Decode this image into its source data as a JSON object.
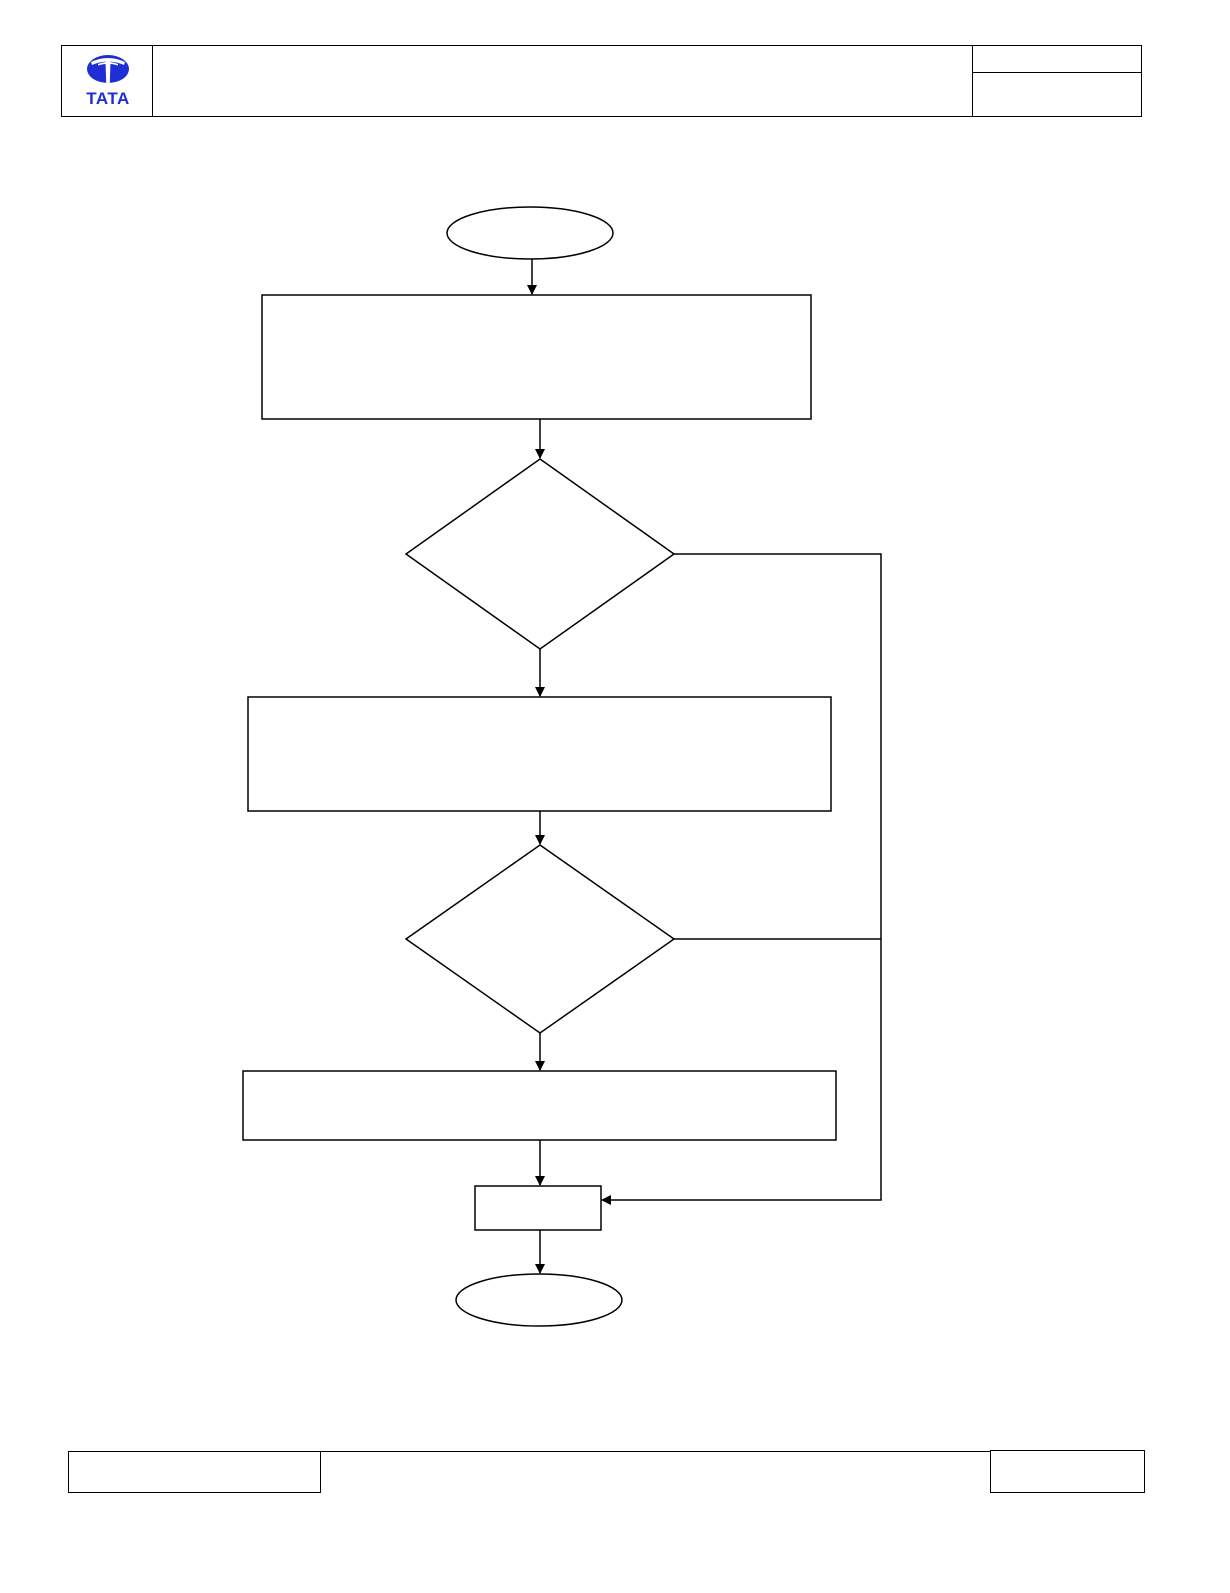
{
  "document": {
    "brand": {
      "logo_text": "TATA",
      "logo_color": "#1e2fd6"
    }
  },
  "flowchart": {
    "nodes": [
      {
        "id": "start",
        "shape": "terminator",
        "label": ""
      },
      {
        "id": "step1",
        "shape": "process",
        "label": ""
      },
      {
        "id": "decision1",
        "shape": "decision",
        "label": ""
      },
      {
        "id": "step2",
        "shape": "process",
        "label": ""
      },
      {
        "id": "decision2",
        "shape": "decision",
        "label": ""
      },
      {
        "id": "step3",
        "shape": "process",
        "label": ""
      },
      {
        "id": "step4",
        "shape": "process",
        "label": ""
      },
      {
        "id": "end",
        "shape": "terminator",
        "label": ""
      }
    ],
    "edges": [
      {
        "from": "start",
        "to": "step1"
      },
      {
        "from": "step1",
        "to": "decision1"
      },
      {
        "from": "decision1",
        "to": "step2"
      },
      {
        "from": "decision1",
        "to": "step4"
      },
      {
        "from": "step2",
        "to": "decision2"
      },
      {
        "from": "decision2",
        "to": "step3"
      },
      {
        "from": "decision2",
        "to": "step4"
      },
      {
        "from": "step3",
        "to": "step4"
      },
      {
        "from": "step4",
        "to": "end"
      }
    ]
  }
}
